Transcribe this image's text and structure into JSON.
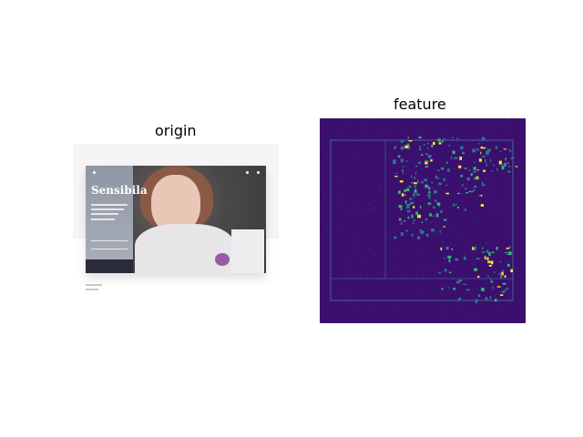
{
  "titles": {
    "left": "origin",
    "right": "feature"
  },
  "origin": {
    "brand_text": "Sensibila"
  },
  "colors": {
    "feature_background": "#3b0f6e",
    "feature_hot": "#fde725",
    "feature_mid": "#35b779",
    "feature_low": "#2a788e"
  }
}
